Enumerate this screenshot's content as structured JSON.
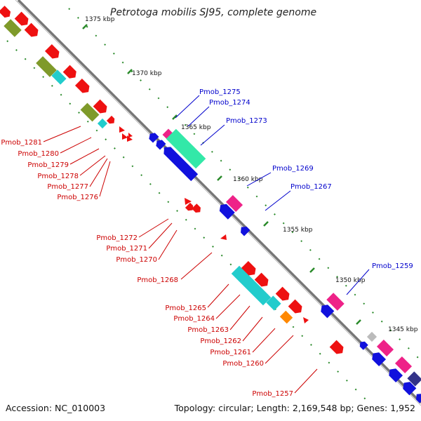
{
  "title": "Petrotoga mobilis SJ95, complete genome",
  "footer": {
    "accession": "Accession: NC_010003",
    "summary": "Topology: circular; Length: 2,169,548 bp; Genes: 1,952"
  },
  "colors": {
    "backbone": "#777777",
    "tick": "#2a8a2a",
    "forward_label": "#cc0000",
    "reverse_label": "#0000cc",
    "red": "#ee1111",
    "olive": "#7f9a2a",
    "cyan": "#22cccc",
    "blue": "#1111dd",
    "teal": "#33e8a8",
    "pink": "#ee2288",
    "orange": "#ff8800",
    "grey": "#bbbbbb",
    "navy": "#333388"
  },
  "ticks": [
    {
      "label": "1375 kbp"
    },
    {
      "label": "1370 kbp"
    },
    {
      "label": "1365 kbp"
    },
    {
      "label": "1360 kbp"
    },
    {
      "label": "1355 kbp"
    },
    {
      "label": "1350 kbp"
    },
    {
      "label": "1345 kbp"
    }
  ],
  "labels_forward": [
    "Pmob_1281",
    "Pmob_1280",
    "Pmob_1279",
    "Pmob_1278",
    "Pmob_1277",
    "Pmob_1276",
    "Pmob_1272",
    "Pmob_1271",
    "Pmob_1270",
    "Pmob_1268",
    "Pmob_1265",
    "Pmob_1264",
    "Pmob_1263",
    "Pmob_1262",
    "Pmob_1261",
    "Pmob_1260",
    "Pmob_1257"
  ],
  "labels_reverse": [
    "Pmob_1275",
    "Pmob_1274",
    "Pmob_1273",
    "Pmob_1269",
    "Pmob_1267",
    "Pmob_1259"
  ]
}
